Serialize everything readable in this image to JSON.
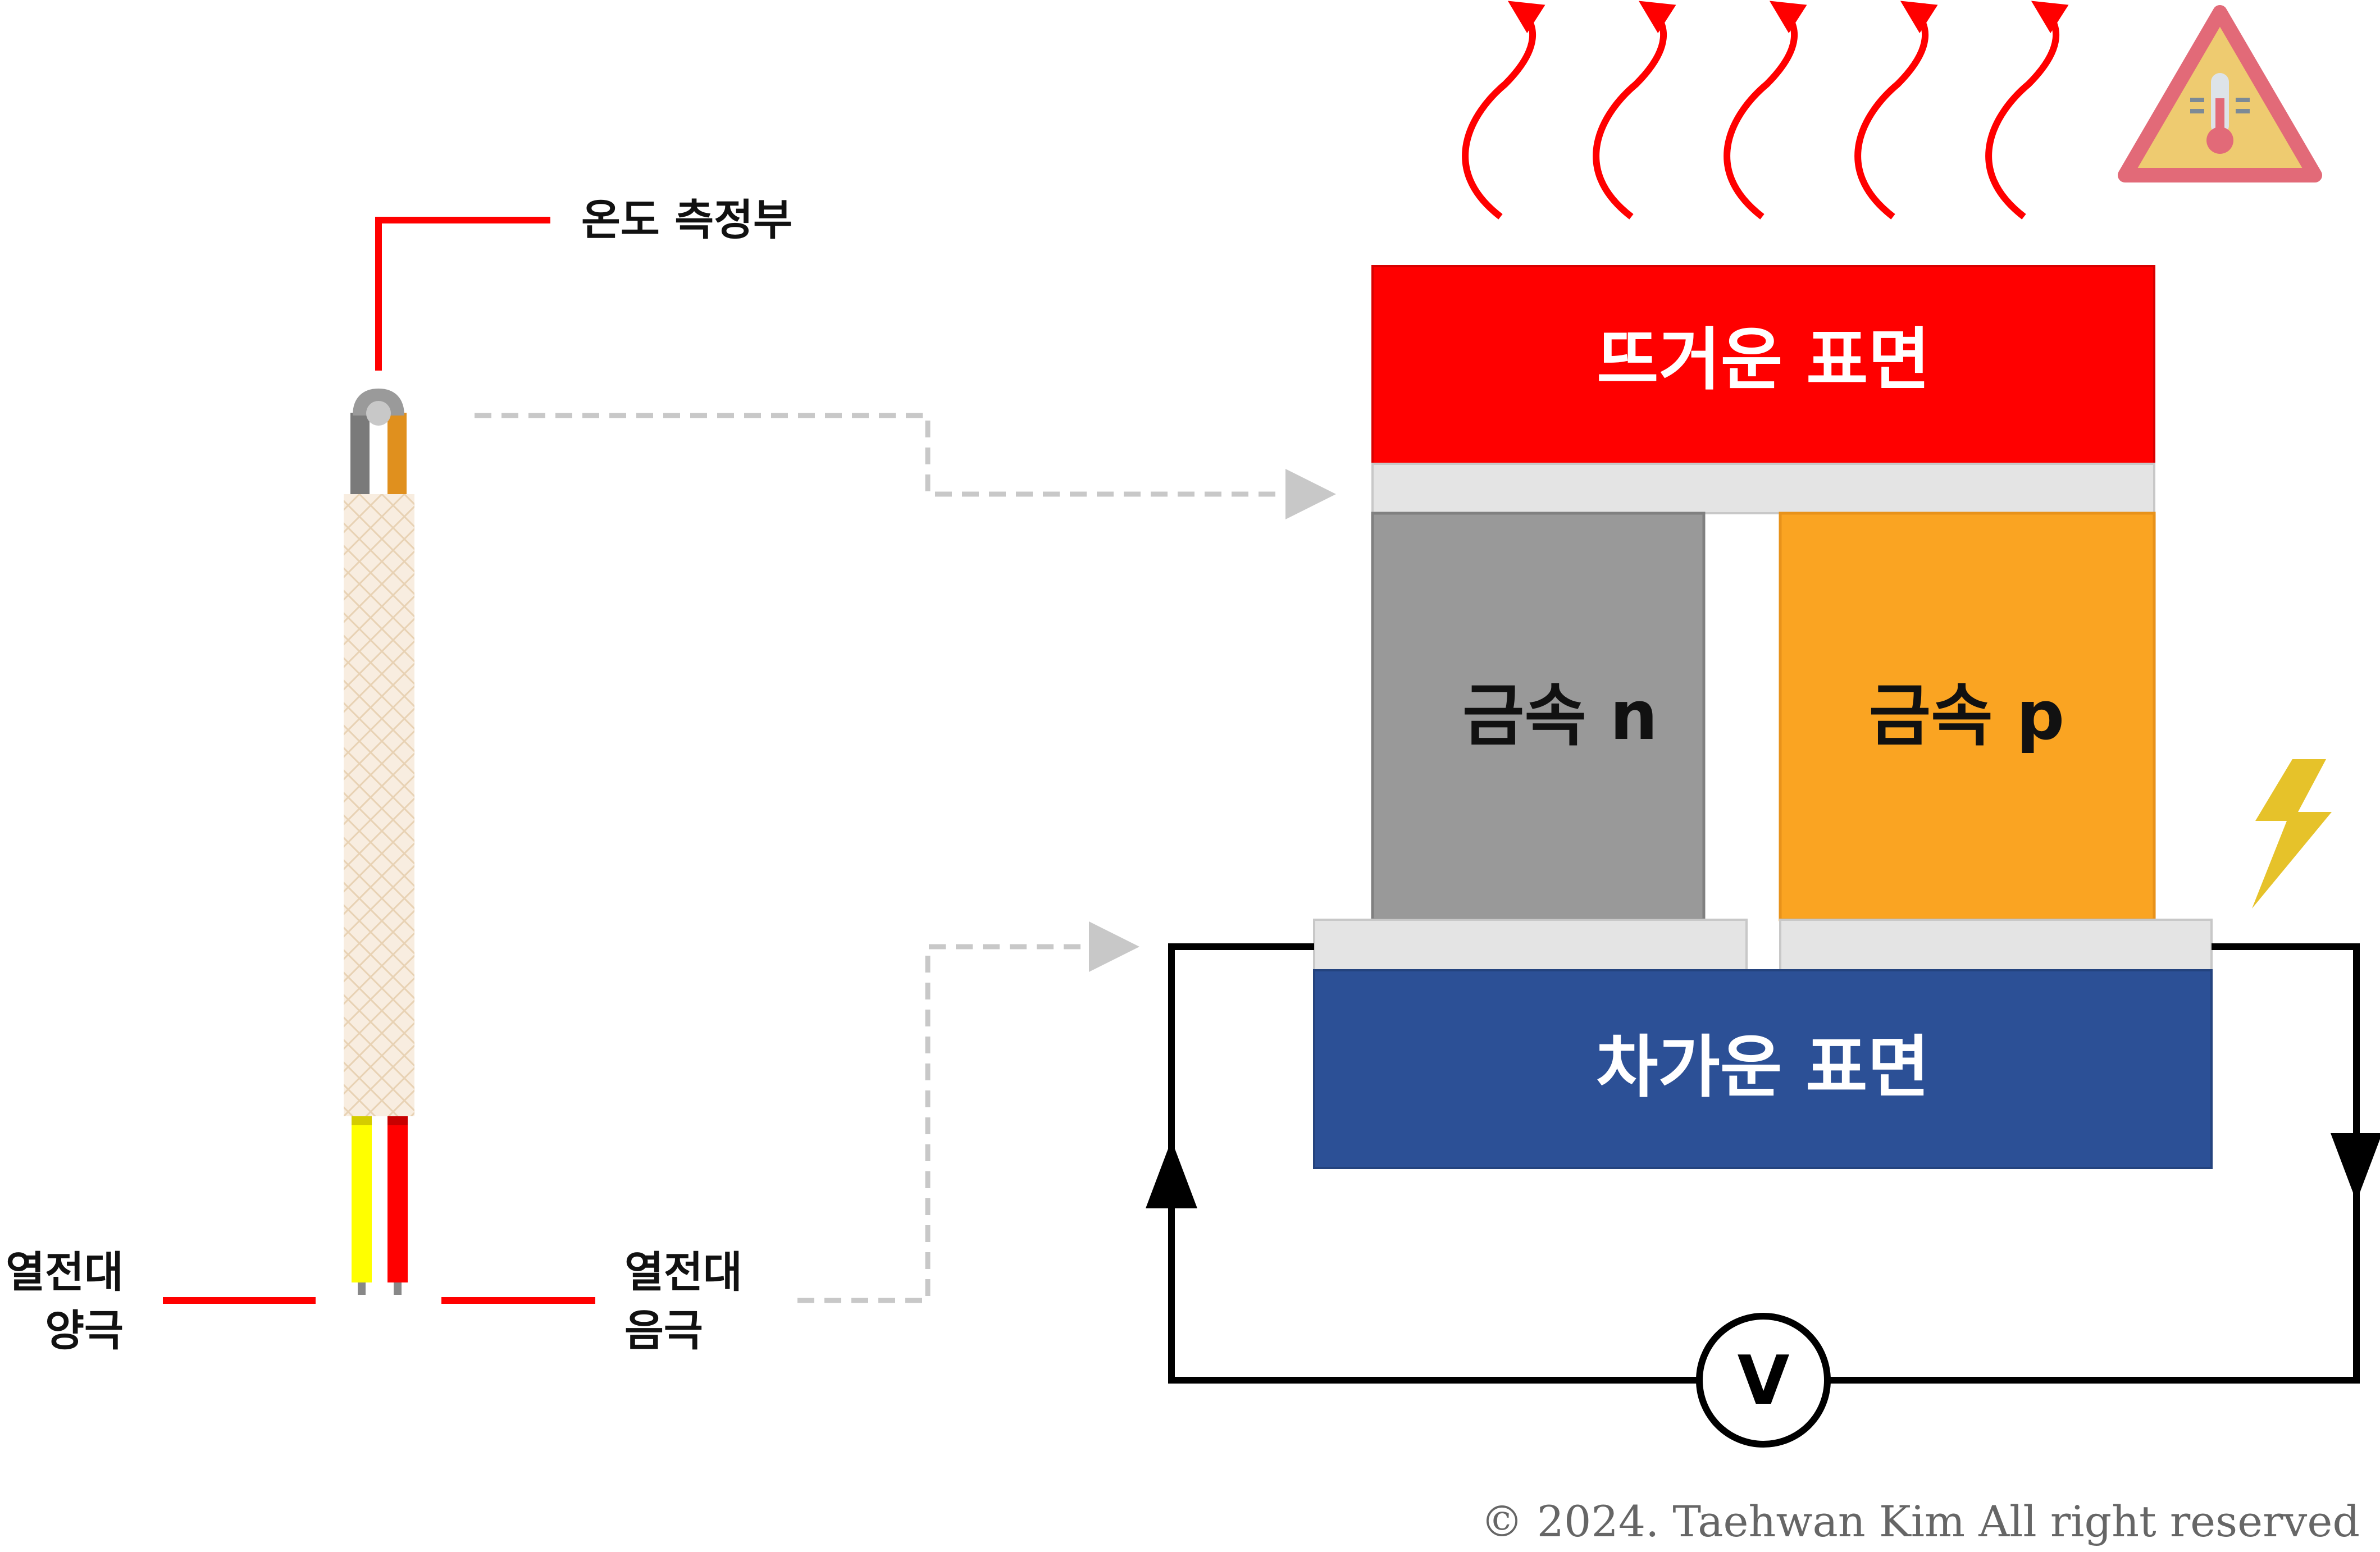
{
  "labels": {
    "temperature_sensing_part": "온도 측정부",
    "thermocouple_positive_line1": "열전대",
    "thermocouple_positive_line2": "양극",
    "thermocouple_negative_line1": "열전대",
    "thermocouple_negative_line2": "음극",
    "hot_surface": "뜨거운 표면",
    "metal_n": "금속 n",
    "metal_p": "금속 p",
    "cold_surface": "차가운 표면",
    "voltmeter": "V",
    "copyright": "© 2024. Taehwan Kim All right reserved"
  },
  "icons": {
    "heat_waves": "heat-wave-icon",
    "warning": "temperature-warning-icon",
    "lightning": "lightning-icon"
  },
  "colors": {
    "hot_surface": "#ff0000",
    "cold_surface": "#2c5096",
    "metal_n": "#999999",
    "metal_p": "#faa422",
    "junction_plate": "#e4e4e4",
    "heat_wave": "#ff0000",
    "warning_fill": "#eecb70",
    "warning_border": "#e26a78",
    "lightning": "#e6c22a",
    "leader_line": "#ff0000",
    "dashed_arrow": "#c8c8c8",
    "circuit": "#000000"
  }
}
